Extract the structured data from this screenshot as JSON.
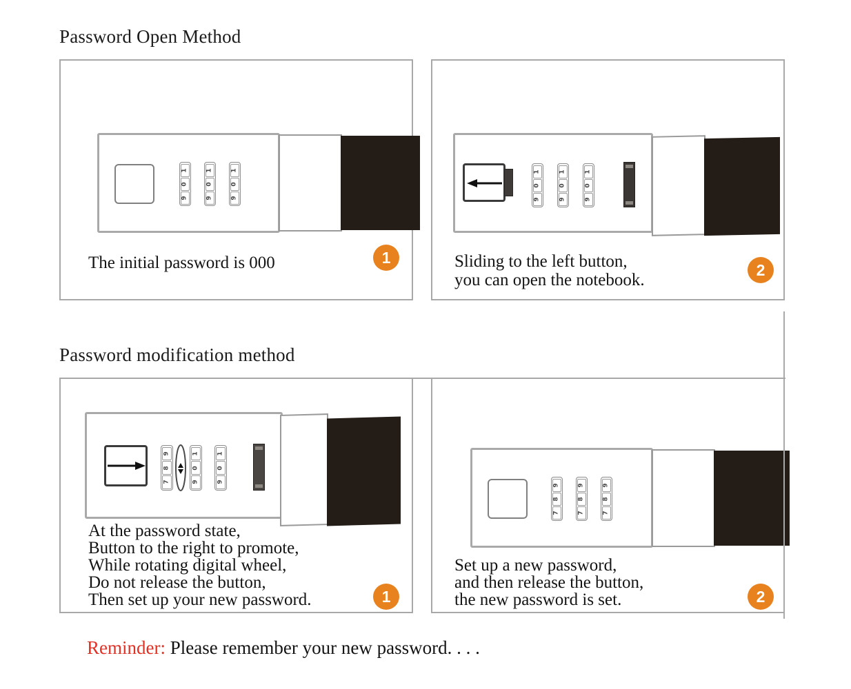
{
  "sections": {
    "open": {
      "heading": "Password Open Method"
    },
    "modify": {
      "heading": "Password modification method"
    }
  },
  "panels": [
    {
      "id": "panel-1",
      "badge": "1",
      "caption_lines": [
        "The initial password is 000"
      ],
      "device": {
        "button_arrow": "none",
        "dials": [
          {
            "digits": [
              "1",
              "0",
              "9"
            ]
          },
          {
            "digits": [
              "1",
              "0",
              "9"
            ]
          },
          {
            "digits": [
              "1",
              "0",
              "9"
            ]
          }
        ],
        "latch": false,
        "rotation_indicator": false
      }
    },
    {
      "id": "panel-2",
      "badge": "2",
      "caption_lines": [
        "Sliding to the left button,",
        "you can open the notebook."
      ],
      "device": {
        "button_arrow": "left",
        "dials": [
          {
            "digits": [
              "1",
              "0",
              "9"
            ]
          },
          {
            "digits": [
              "1",
              "0",
              "9"
            ]
          },
          {
            "digits": [
              "1",
              "0",
              "9"
            ]
          }
        ],
        "latch": true,
        "rotation_indicator": false
      }
    },
    {
      "id": "panel-3",
      "badge": "1",
      "caption_lines": [
        "At the password state,",
        "Button to the right to promote,",
        "While rotating digital wheel,",
        "Do not release the button,",
        "Then set up your new password."
      ],
      "device": {
        "button_arrow": "right",
        "dials": [
          {
            "digits": [
              "9",
              "8",
              "7"
            ]
          },
          {
            "digits": [
              "1",
              "0",
              "9"
            ]
          },
          {
            "digits": [
              "1",
              "0",
              "9"
            ]
          }
        ],
        "latch": true,
        "rotation_indicator": true
      }
    },
    {
      "id": "panel-4",
      "badge": "2",
      "caption_lines": [
        "Set up a new password,",
        "and then release the button,",
        "the new password is set."
      ],
      "device": {
        "button_arrow": "none",
        "dials": [
          {
            "digits": [
              "9",
              "8",
              "7"
            ]
          },
          {
            "digits": [
              "9",
              "8",
              "7"
            ]
          },
          {
            "digits": [
              "9",
              "8",
              "7"
            ]
          }
        ],
        "latch": false,
        "rotation_indicator": false
      }
    }
  ],
  "footer": {
    "reminder_label": "Reminder:",
    "reminder_text": "Please remember your new password. . . ."
  },
  "colors": {
    "badge_orange": "#e8821e",
    "reminder_red": "#e03127",
    "panel_border": "#a8a8a8",
    "device_black": "#231c17"
  }
}
